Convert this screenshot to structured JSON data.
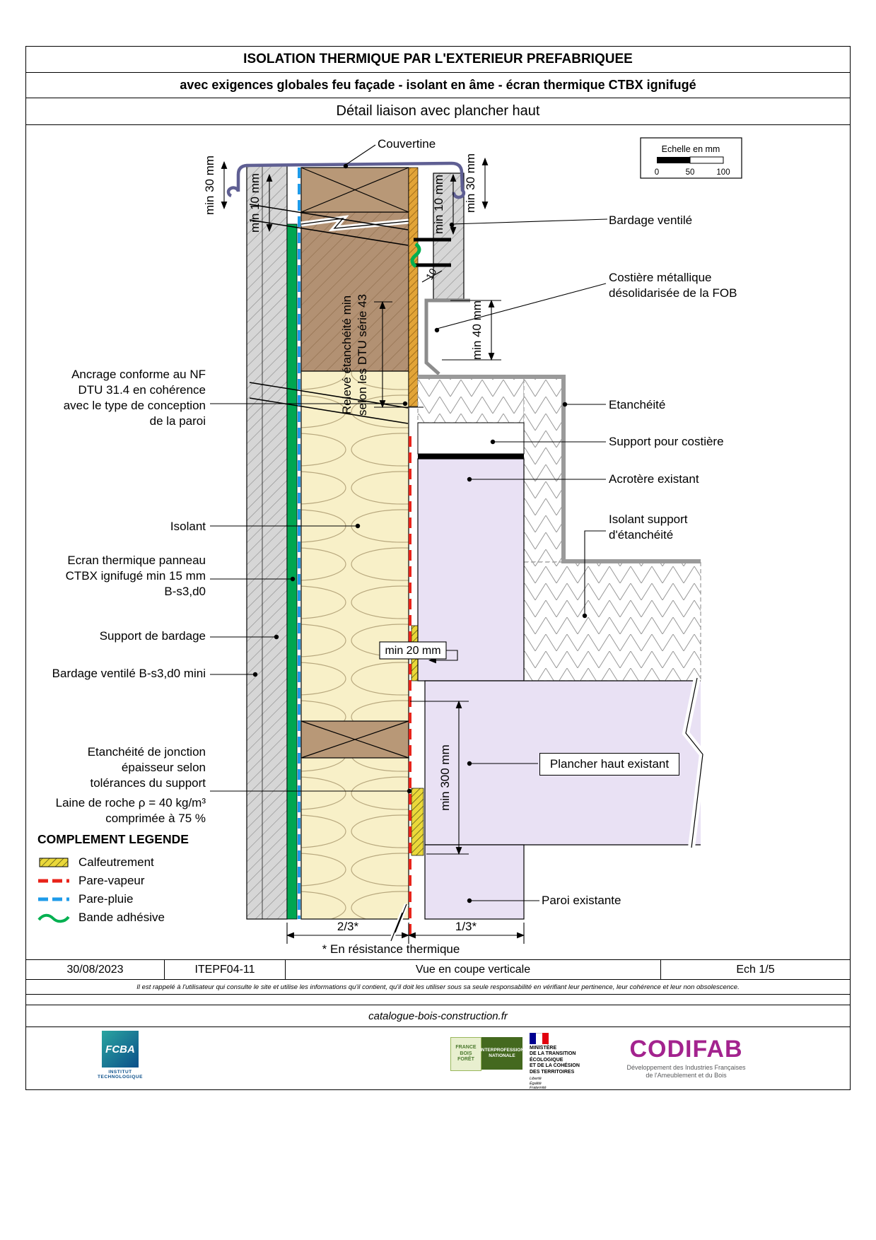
{
  "header": {
    "title": "ISOLATION THERMIQUE PAR L'EXTERIEUR PREFABRIQUEE",
    "subtitle": "avec exigences globales feu façade - isolant en âme - écran thermique CTBX ignifugé",
    "detail_title": "Détail liaison avec plancher haut"
  },
  "scale_box": {
    "label": "Echelle en mm",
    "ticks": [
      "0",
      "50",
      "100"
    ]
  },
  "labels": {
    "couvertine": "Couvertine",
    "bardage_ventile": "Bardage ventilé",
    "costiere": "Costière métallique\ndésolidarisée de la FOB",
    "etancheite": "Etanchéité",
    "support_costiere": "Support pour costière",
    "acrotere": "Acrotère existant",
    "isolant_support": "Isolant support\nd'étanchéité",
    "plancher": "Plancher haut existant",
    "paroi": "Paroi existante",
    "ancrage": "Ancrage conforme au NF\nDTU 31.4 en cohérence\navec le type de conception\nde la paroi",
    "isolant": "Isolant",
    "ecran": "Ecran thermique panneau\nCTBX ignifugé min 15 mm\nB-s3,d0",
    "support_bardage": "Support de bardage",
    "bardage_b": "Bardage ventilé B-s3,d0 mini",
    "etancheite_jonction": "Etanchéité de jonction\népaisseur selon\ntolérances du support",
    "laine": "Laine de roche ρ = 40 kg/m³\ncomprimée à 75 %"
  },
  "dims": {
    "min30_left": "min 30 mm",
    "min10_left": "min 10 mm",
    "min10_right": "min 10 mm",
    "min30_right": "min 30 mm",
    "min40": "min 40 mm",
    "d10": "10",
    "releve_1": "Relevé étanchéité min",
    "releve_2": "selon les DTU série 43",
    "min20": "min 20 mm",
    "min300": "min 300 mm",
    "frac23": "2/3*",
    "frac13": "1/3*",
    "note": "* En résistance thermique"
  },
  "legend": {
    "title": "COMPLEMENT LEGENDE",
    "items": [
      {
        "label": "Calfeutrement"
      },
      {
        "label": "Pare-vapeur"
      },
      {
        "label": "Pare-pluie"
      },
      {
        "label": "Bande adhésive"
      }
    ]
  },
  "footer": {
    "date": "30/08/2023",
    "reference": "ITEPF04-11",
    "view": "Vue en coupe verticale",
    "scale": "Ech 1/5",
    "disclaimer": "Il est rappelé à l'utilisateur qui consulte le site et utilise les informations qu'il contient, qu'il doit les utiliser sous sa seule responsabilité en vérifiant leur pertinence, leur cohérence et leur non obsolescence.",
    "website": "catalogue-bois-construction.fr"
  },
  "logos": {
    "fcba": {
      "name": "FCBA",
      "tagline": "INSTITUT\nTECHNOLOGIQUE"
    },
    "fbf": {
      "block1": "FRANCE\nBOIS\nFORÊT",
      "block2": "INTERPROFESSION\nNATIONALE"
    },
    "ministere": {
      "name": "MINISTÈRE\nDE LA TRANSITION\nÉCOLOGIQUE\nET DE LA COHÉSION\nDES TERRITOIRES",
      "motto": "Liberté\nÉgalité\nFraternité"
    },
    "codifab": {
      "name": "CODIFAB",
      "tagline": "Développement des Industries Françaises\nde l'Ameublement et du Bois"
    }
  },
  "colors": {
    "green_band": "#00A651",
    "pare_pluie_blue": "#1E9BE9",
    "pare_vapeur_red": "#E8231A",
    "bande_adhesive_green": "#00B050",
    "wood_brown": "#B89877",
    "insulation_cream": "#F8F0C8",
    "existing_purple": "#E9E1F4",
    "couvertine_slate": "#5F5F93",
    "calfeutrement_yellow": "#EAD83A",
    "codifab_magenta": "#A3238E"
  }
}
